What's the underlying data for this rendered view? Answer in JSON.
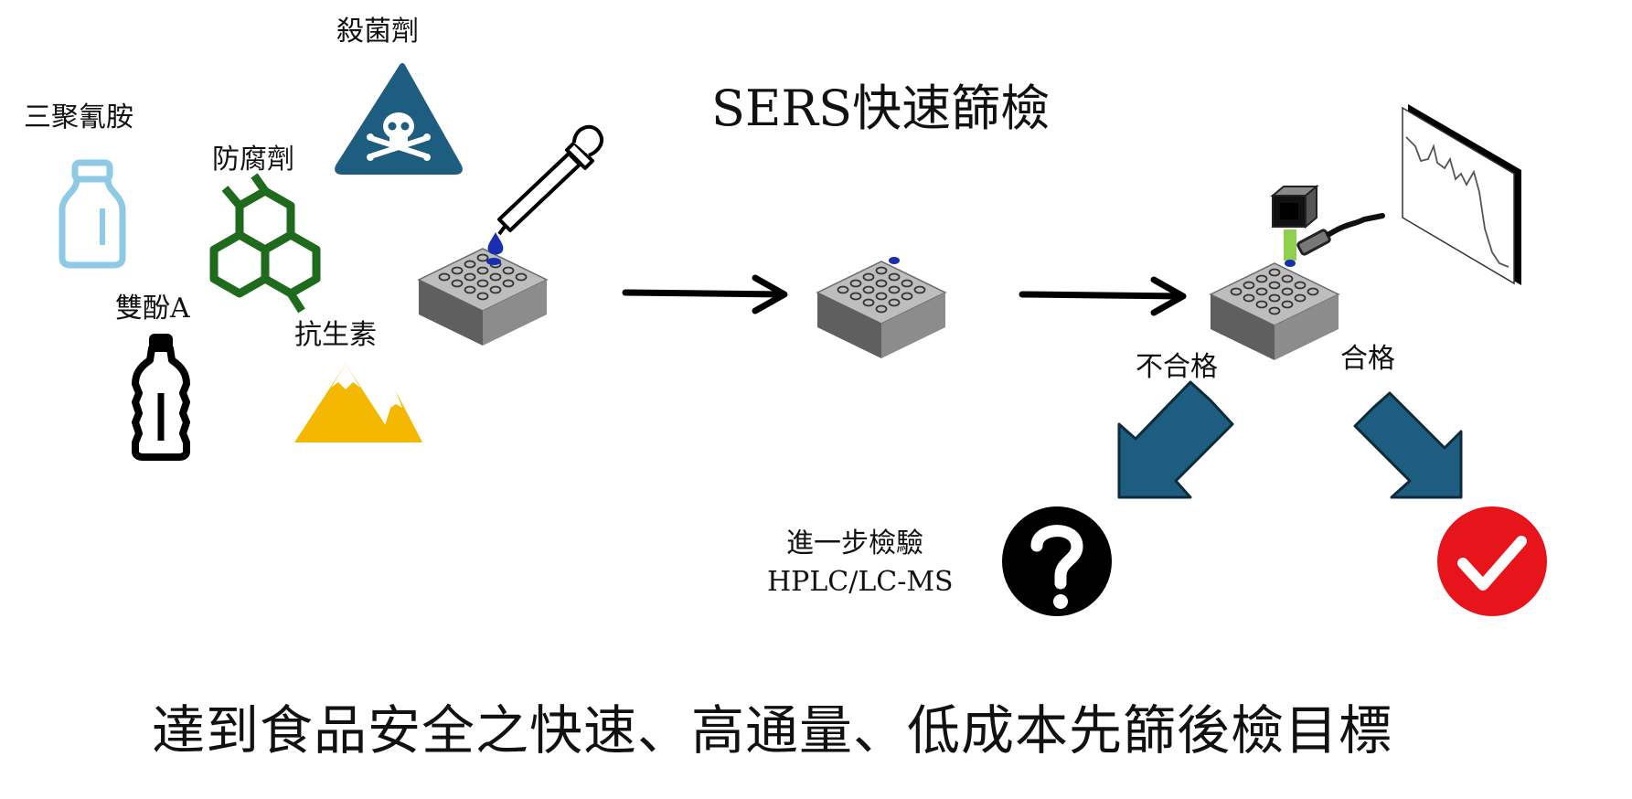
{
  "title": "SERS快速篩檢",
  "contaminants": {
    "melamine": "三聚氰胺",
    "preservative": "防腐劑",
    "fungicide": "殺菌劑",
    "bisphenol_a": "雙酚A",
    "antibiotic": "抗生素"
  },
  "decision": {
    "fail_label": "不合格",
    "pass_label": "合格",
    "further_test_line1": "進一步檢驗",
    "further_test_line2": "HPLC/LC-MS"
  },
  "footer": "達到食品安全之快速、高通量、低成本先篩後檢目標",
  "colors": {
    "bottle_blue": "#8ecae6",
    "hexagon_green": "#1e6b1e",
    "hazard_teal": "#1c5d80",
    "mountain_yellow": "#f5b800",
    "droplet_blue": "#1a2fb0",
    "laser_green": "#8fd14f",
    "check_red": "#e8141b",
    "plate_top": "#bdbdbd",
    "plate_side_dark": "#5f5f5f",
    "plate_side_light": "#8c8c8c"
  }
}
